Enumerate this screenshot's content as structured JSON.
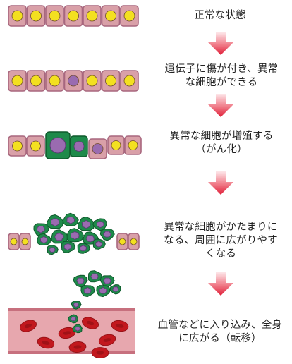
{
  "steps": [
    {
      "lines": [
        "正常な状態"
      ]
    },
    {
      "lines": [
        "遺伝子に傷が付き、異常",
        "な細胞ができる"
      ]
    },
    {
      "lines": [
        "異常な細胞が増殖する",
        "（がん化）"
      ]
    },
    {
      "lines": [
        "異常な細胞がかたまりに",
        "なる、周囲に広がりやす",
        "くなる"
      ]
    },
    {
      "lines": [
        "血管などに入り込み、全身",
        "に広がる（転移）"
      ]
    }
  ],
  "colors": {
    "cell_body": "#d9a0a8",
    "cell_border": "#a8677e",
    "nucleus_normal": "#f3e020",
    "nucleus_abnormal": "#9a6bb0",
    "cancer_shell": "#1e8a4a",
    "vessel": "#e7a7ae",
    "rbc": "#c2181e",
    "arrow_top": "#fbe1e4",
    "arrow_bottom": "#e2283a"
  }
}
